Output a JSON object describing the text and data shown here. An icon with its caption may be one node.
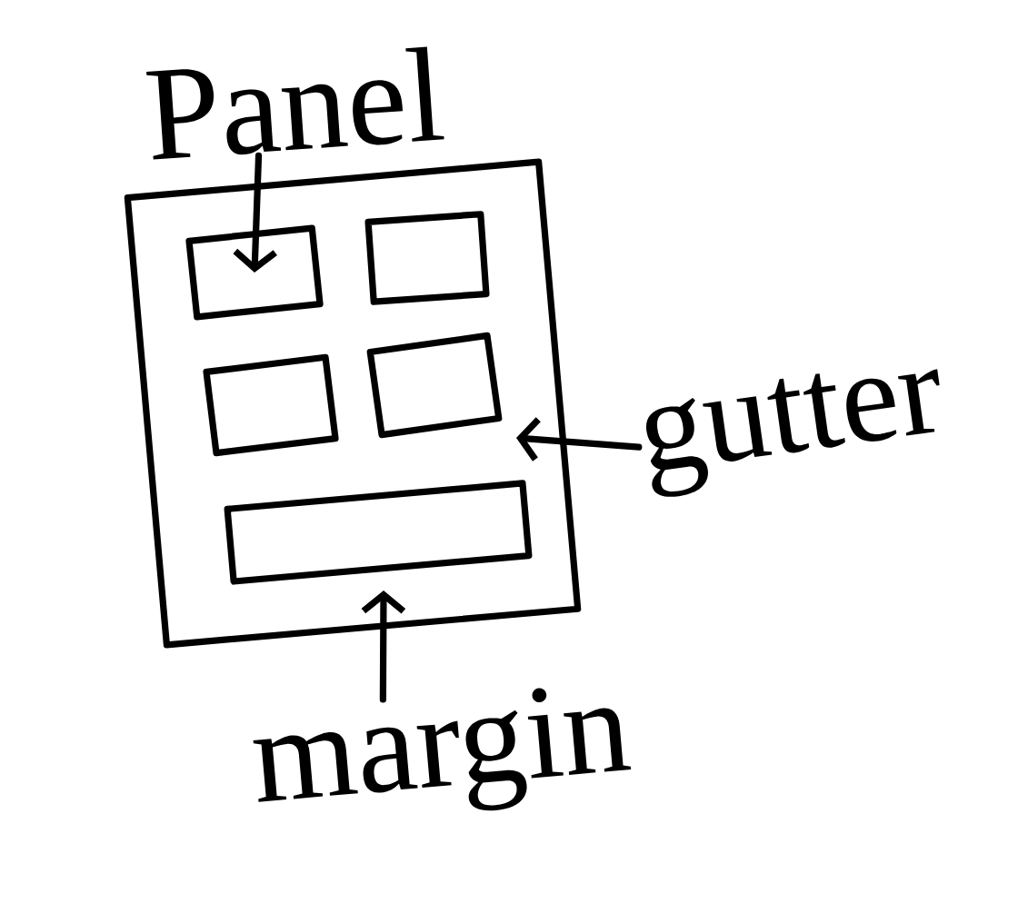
{
  "diagram": {
    "nodes": [
      {
        "text": [
          "Panel"
        ]
      },
      {
        "text": [],
        "shape": "box"
      },
      {
        "text": [],
        "shape": "box",
        "in": 1
      },
      {
        "text": [],
        "shape": "box",
        "in": 1
      },
      {
        "text": [],
        "shape": "box",
        "in": 1
      },
      {
        "text": [],
        "shape": "box",
        "in": 1
      },
      {
        "text": [],
        "shape": "box",
        "in": 1
      },
      {
        "text": [
          "gutter"
        ]
      },
      {
        "text": [
          "margin"
        ]
      }
    ],
    "edges": [
      {
        "from": 0,
        "to": 2,
        "arrow": "to"
      },
      {
        "from": 7,
        "to": 1,
        "arrow": "to"
      },
      {
        "from": 8,
        "to": 1,
        "arrow": "to"
      }
    ]
  }
}
